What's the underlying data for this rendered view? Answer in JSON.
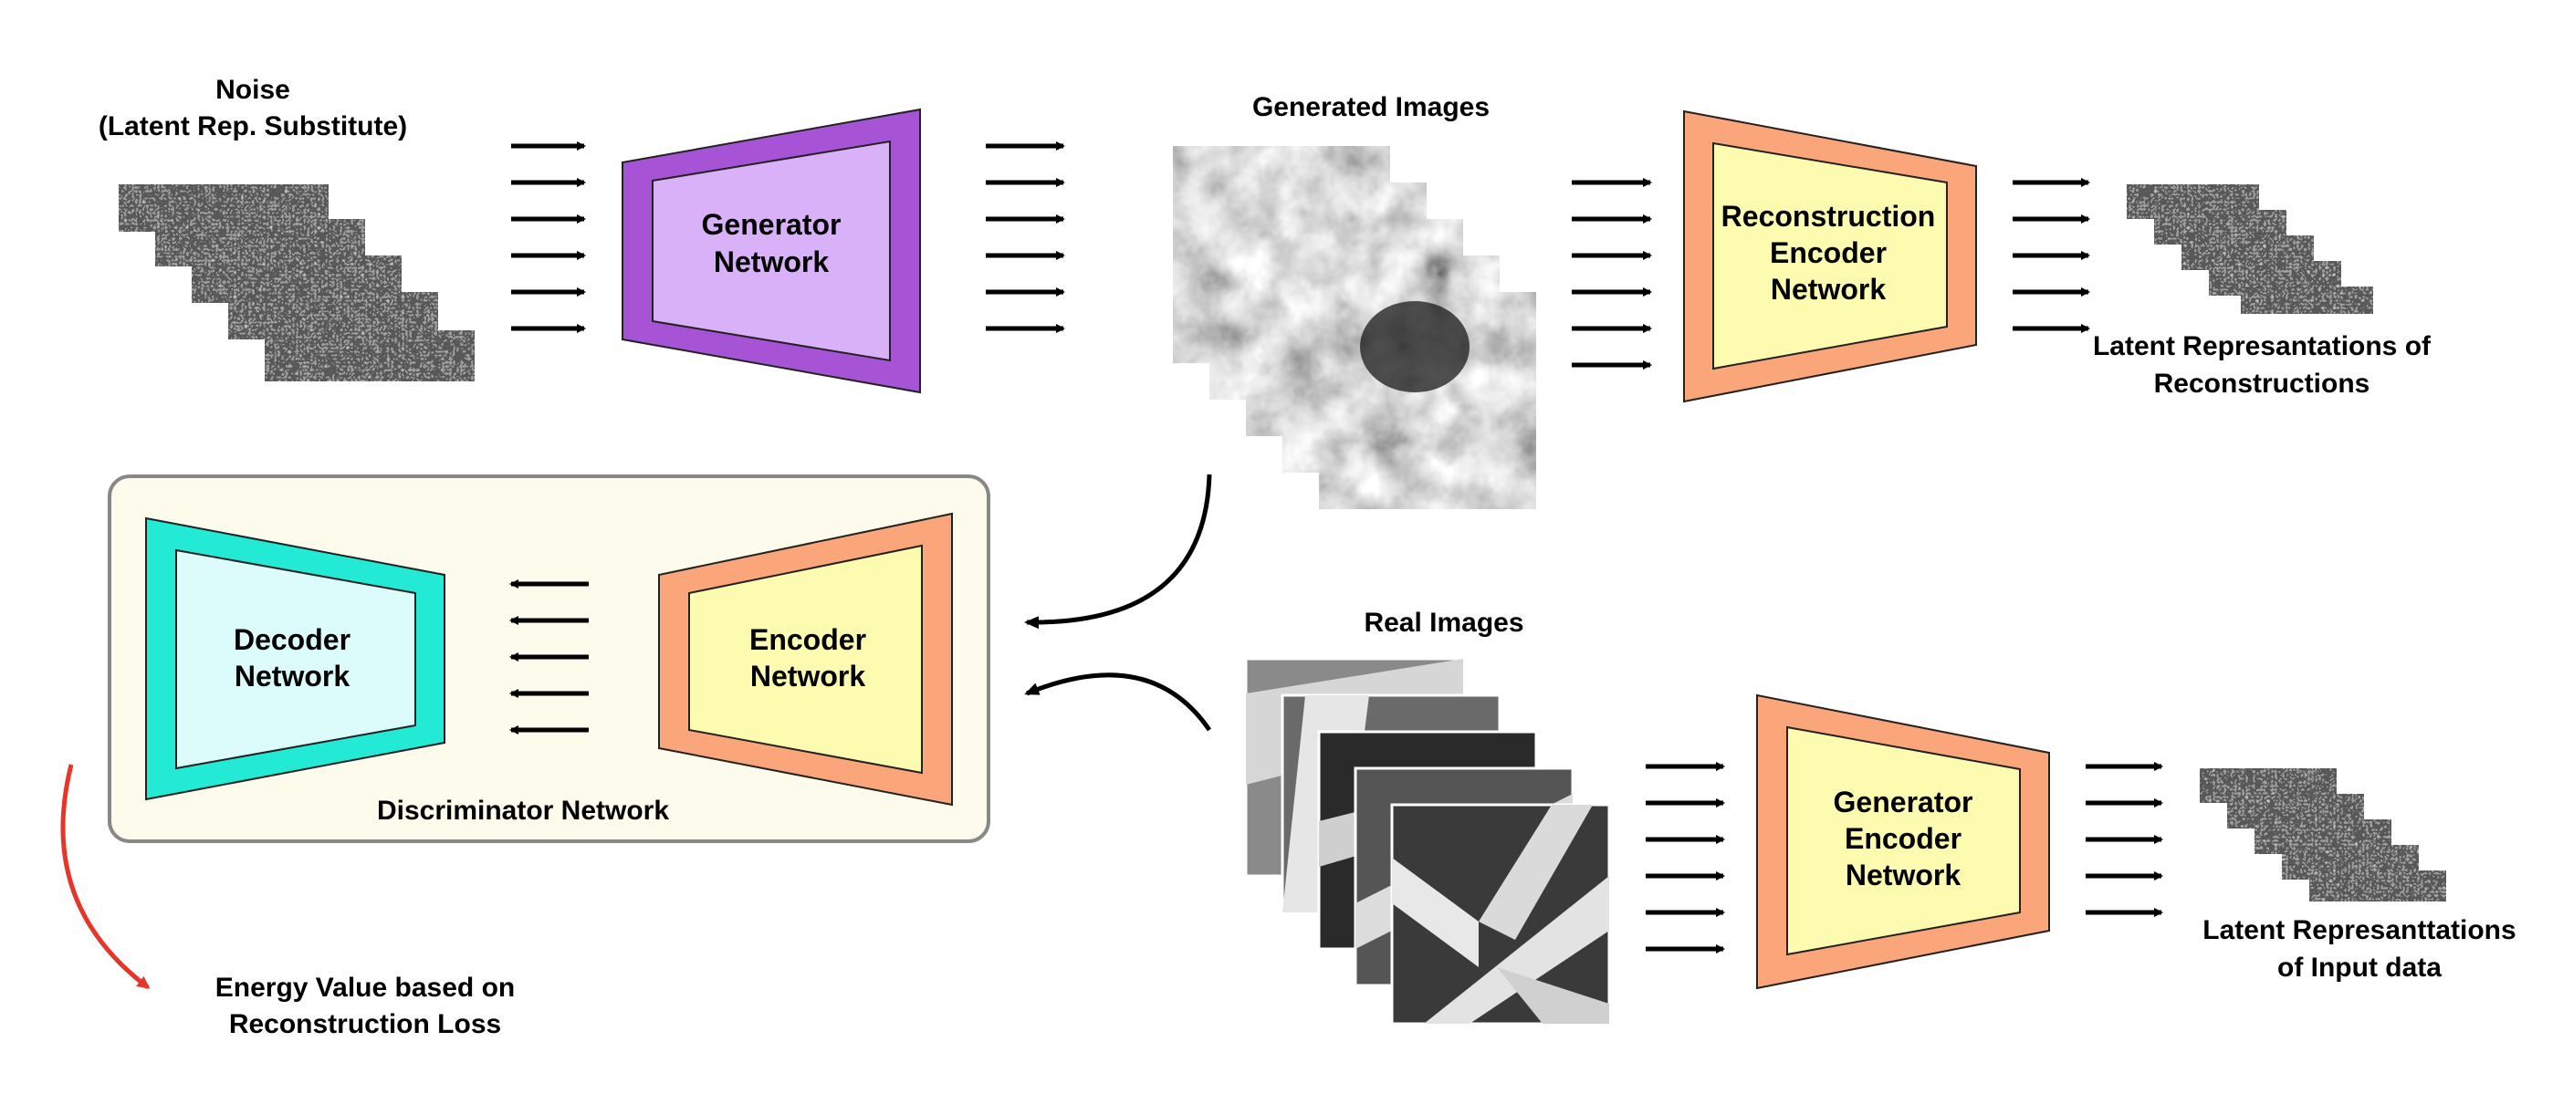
{
  "labels": {
    "noise_line1": "Noise",
    "noise_line2": "(Latent Rep. Substitute)",
    "generated_images": "Generated Images",
    "real_images": "Real Images",
    "latent_recon_line1": "Latent Represantations of",
    "latent_recon_line2": "Reconstructions",
    "latent_input_line1": "Latent Represanttations",
    "latent_input_line2": "of Input data",
    "discriminator": "Discriminator Network",
    "energy_line1": "Energy Value based on",
    "energy_line2": "Reconstruction Loss"
  },
  "networks": {
    "generator": {
      "line1": "Generator",
      "line2": "Network"
    },
    "reconstruction_encoder": {
      "line1": "Reconstruction",
      "line2": "Encoder",
      "line3": "Network"
    },
    "decoder": {
      "line1": "Decoder",
      "line2": "Network"
    },
    "encoder": {
      "line1": "Encoder",
      "line2": "Network"
    },
    "generator_encoder": {
      "line1": "Generator",
      "line2": "Encoder",
      "line3": "Network"
    }
  },
  "colors": {
    "generator_outer": "#a653d6",
    "generator_inner": "#d9b1f8",
    "encoder_outer": "#fba57a",
    "encoder_inner": "#fdfbb0",
    "decoder_outer": "#22ead5",
    "decoder_inner": "#dcfbfb",
    "discriminator_box": "#fdfcec",
    "energy_arrow": "#e8352a"
  }
}
